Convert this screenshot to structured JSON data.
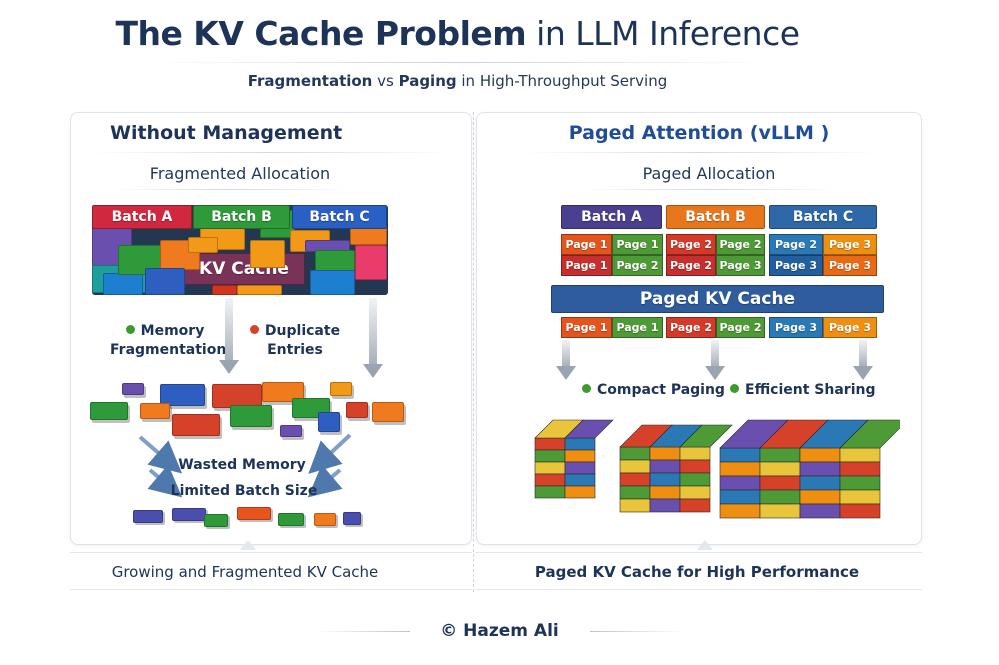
{
  "title": {
    "bold": "The KV Cache Problem",
    "light": "in LLM Inference"
  },
  "subtitle": {
    "part1": "Fragmentation",
    "part2": " vs ",
    "part3": "Paging",
    "part4": " in High-Throughput Serving"
  },
  "left": {
    "title": "Without Management",
    "subtitle": "Fragmented Allocation",
    "batches": [
      {
        "label": "Batch A",
        "color": "#d1283f"
      },
      {
        "label": "Batch B",
        "color": "#2e9a3a"
      },
      {
        "label": "Batch C",
        "color": "#2a5fc4"
      }
    ],
    "kv_label": "KV Cache",
    "kv_color": "#7a3358",
    "issues": [
      {
        "label_lines": [
          "Memory",
          "Fragmentation"
        ],
        "dot_color": "#3f9a2e"
      },
      {
        "label_lines": [
          "Duplicate",
          "Entries"
        ],
        "dot_color": "#d6412a"
      }
    ],
    "effects": [
      "Wasted Memory",
      "Limited Batch Size"
    ],
    "caption": "Growing and Fragmented KV Cache"
  },
  "right": {
    "title": "Paged Attention (vLLM )",
    "subtitle": "Paged Allocation",
    "batches": [
      {
        "label": "Batch A",
        "color": "#4b3f8f"
      },
      {
        "label": "Batch B",
        "color": "#e8761a"
      },
      {
        "label": "Batch C",
        "color": "#2e68a8"
      }
    ],
    "page_rows": [
      [
        {
          "label": "Page 1",
          "color": "#e3541e"
        },
        {
          "label": "Page 1",
          "color": "#4e9a36"
        },
        {
          "label": "Page 2",
          "color": "#d33a2a"
        },
        {
          "label": "Page 2",
          "color": "#4e9a36"
        },
        {
          "label": "Page 2",
          "color": "#2a78b4"
        },
        {
          "label": "Page 3",
          "color": "#ef8f12"
        }
      ],
      [
        {
          "label": "Page 1",
          "color": "#c72e2e"
        },
        {
          "label": "Page 2",
          "color": "#4e9a36"
        },
        {
          "label": "Page 2",
          "color": "#c72e2e"
        },
        {
          "label": "Page 3",
          "color": "#4e9a36"
        },
        {
          "label": "Page 3",
          "color": "#225f9e"
        },
        {
          "label": "Page 3",
          "color": "#e86a14"
        }
      ]
    ],
    "paged_kv_label": "Paged KV Cache",
    "paged_kv_color": "#2f5c9c",
    "cache_row": [
      {
        "label": "Page 1",
        "color": "#e3541e"
      },
      {
        "label": "Page 1",
        "color": "#4e9a36"
      },
      {
        "label": "Page 2",
        "color": "#d33a2a"
      },
      {
        "label": "Page 2",
        "color": "#4e9a36"
      },
      {
        "label": "Page 3",
        "color": "#2a78b4"
      },
      {
        "label": "Page 3",
        "color": "#ef8f12"
      }
    ],
    "benefits": [
      {
        "label": "Compact Paging",
        "dot_color": "#3f9a2e"
      },
      {
        "label": "Efficient Sharing",
        "dot_color": "#3f9a2e"
      }
    ],
    "caption": "Paged KV Cache for High Performance"
  },
  "footer": "© Hazem Ali"
}
